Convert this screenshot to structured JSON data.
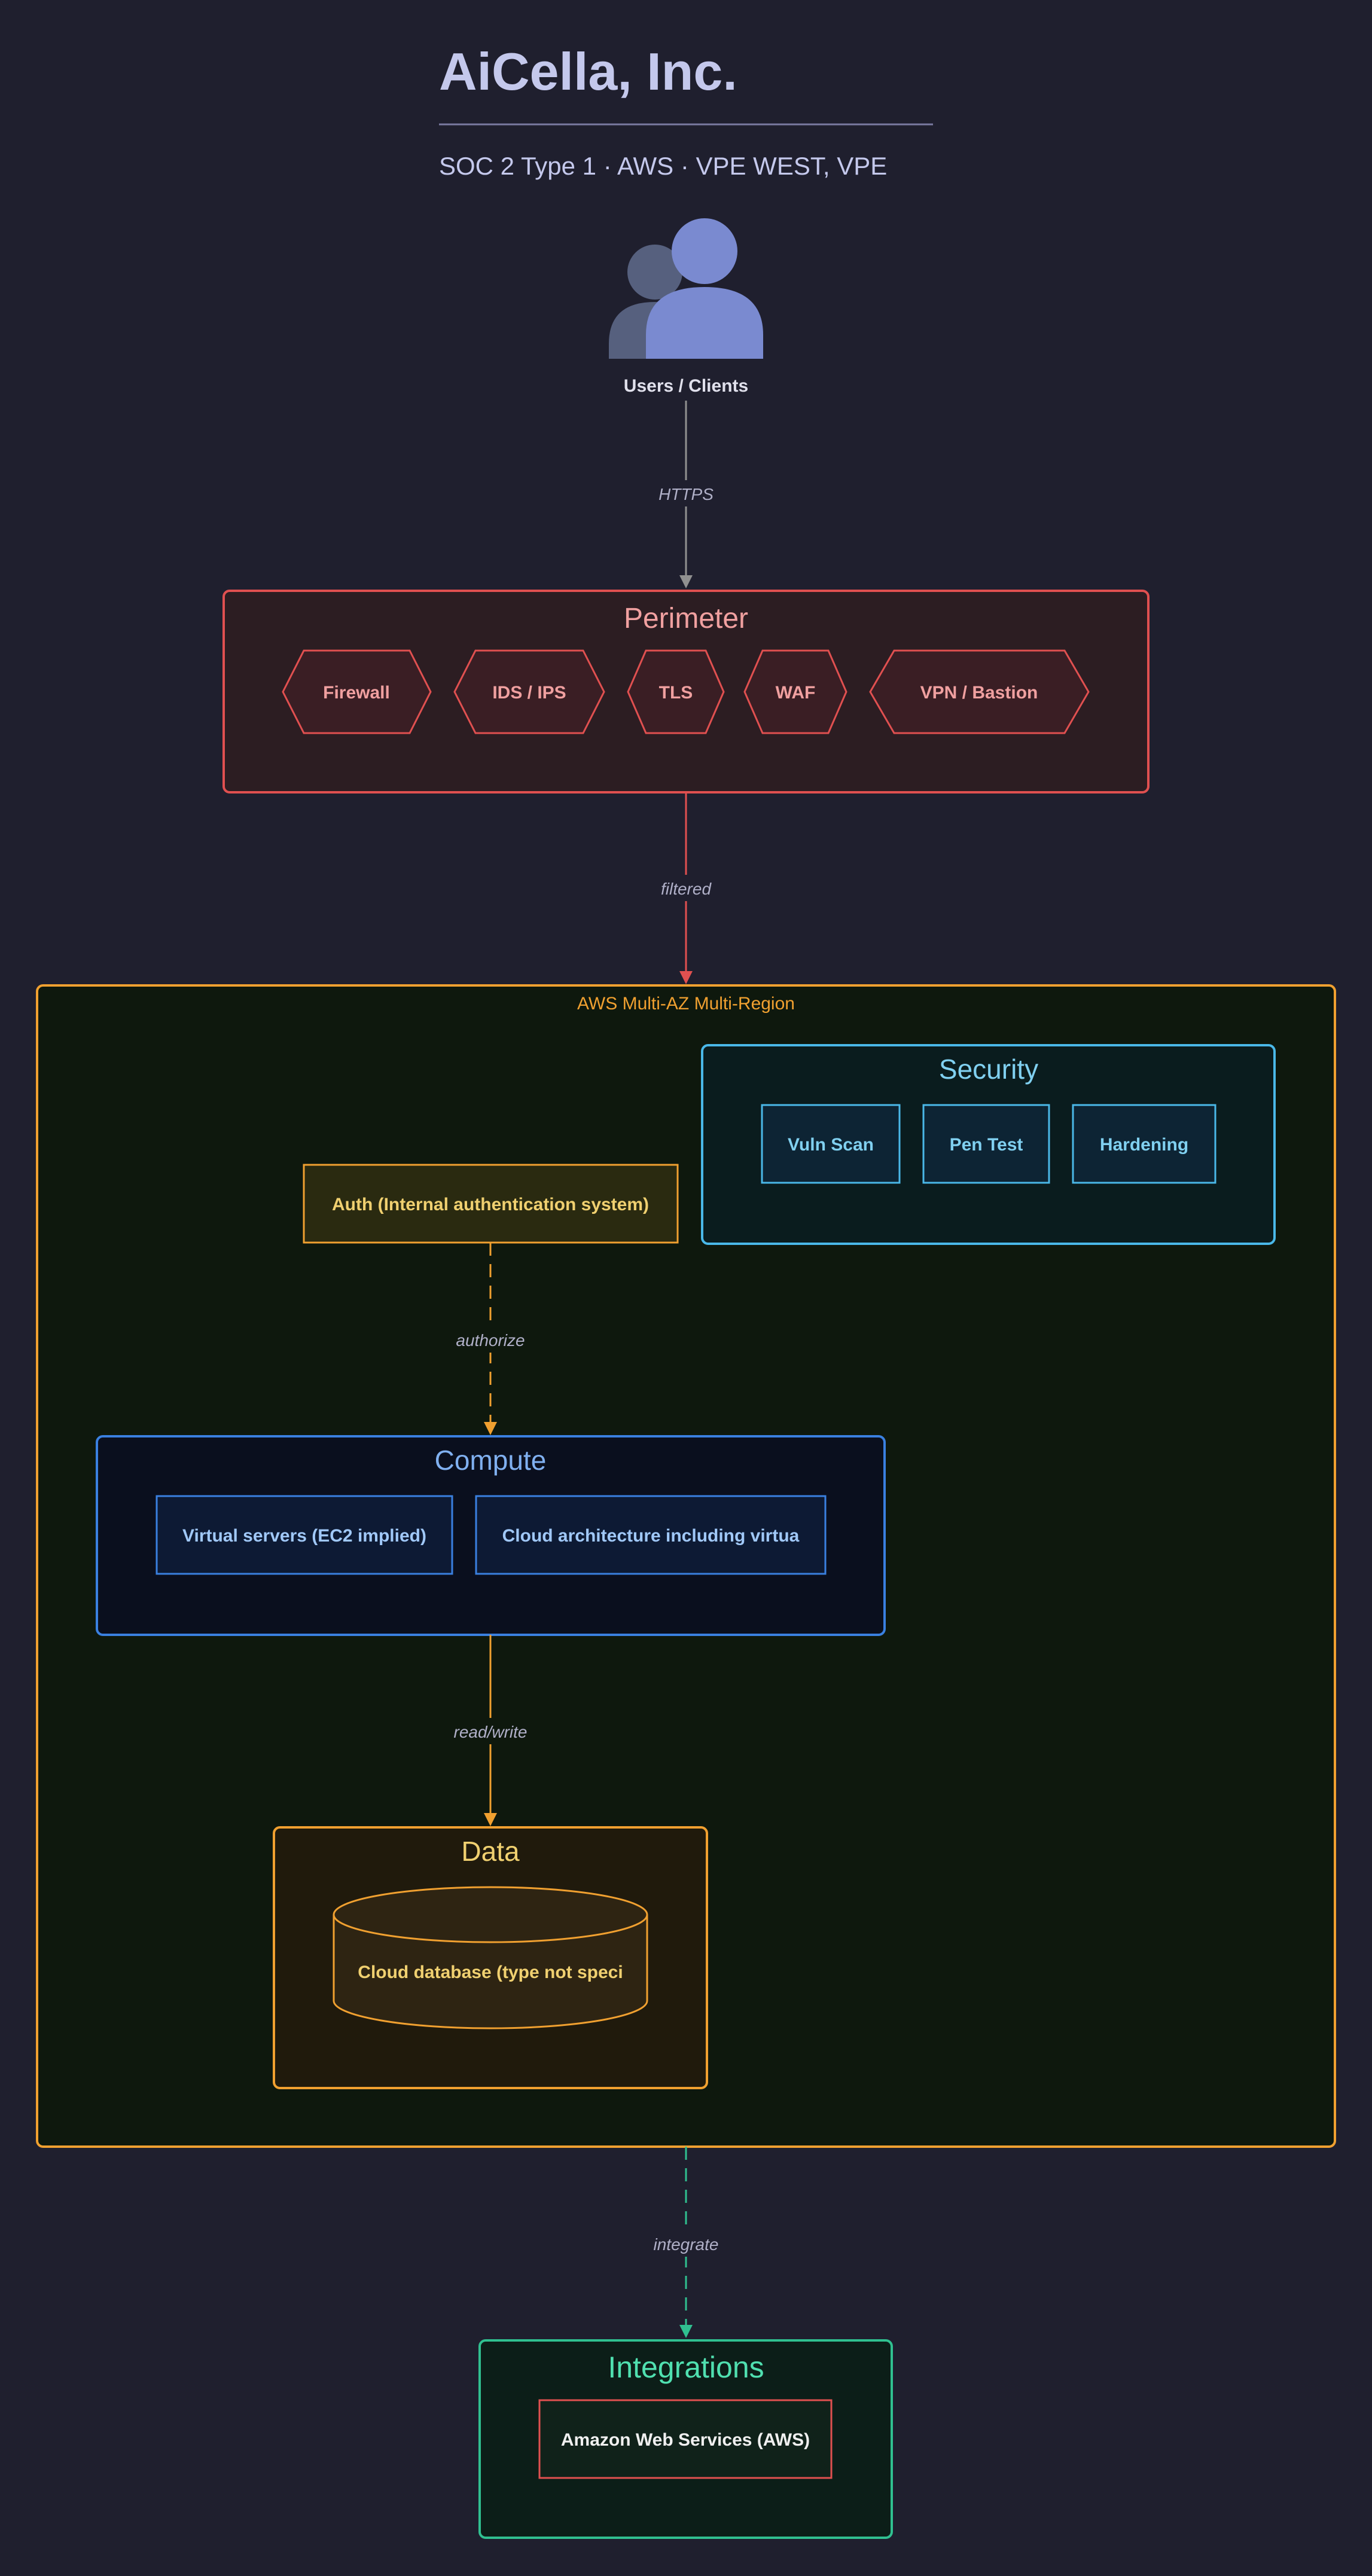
{
  "header": {
    "title": "AiCella, Inc.",
    "subtitle": "SOC 2 Type 1 · AWS · VPE WEST, VPE"
  },
  "users": {
    "label": "Users / Clients"
  },
  "edges": {
    "https": "HTTPS",
    "filtered": "filtered",
    "authorize": "authorize",
    "read_write": "read/write",
    "integrate": "integrate"
  },
  "perimeter": {
    "title": "Perimeter",
    "items": [
      "Firewall",
      "IDS / IPS",
      "TLS",
      "WAF",
      "VPN / Bastion"
    ]
  },
  "cloud": {
    "label": "AWS Multi-AZ Multi-Region"
  },
  "security": {
    "title": "Security",
    "items": [
      "Vuln Scan",
      "Pen Test",
      "Hardening"
    ]
  },
  "auth": {
    "label": "Auth (Internal authentication system)"
  },
  "compute": {
    "title": "Compute",
    "items": [
      "Virtual servers (EC2 implied)",
      "Cloud architecture including virtua"
    ]
  },
  "data": {
    "title": "Data",
    "db_label": "Cloud database (type not speci"
  },
  "integrations": {
    "title": "Integrations",
    "items": [
      "Amazon Web Services (AWS)"
    ]
  },
  "colors": {
    "background": "#1f1f2e",
    "perimeter": "#e05050",
    "cloud": "#f0a030",
    "security": "#4ab8e8",
    "compute": "#3a80e0",
    "data": "#f0a030",
    "integrations": "#30c090",
    "text_muted": "#c0c0d8",
    "users": "#7a8ad0"
  },
  "icons": [
    "users-icon",
    "database-icon"
  ]
}
